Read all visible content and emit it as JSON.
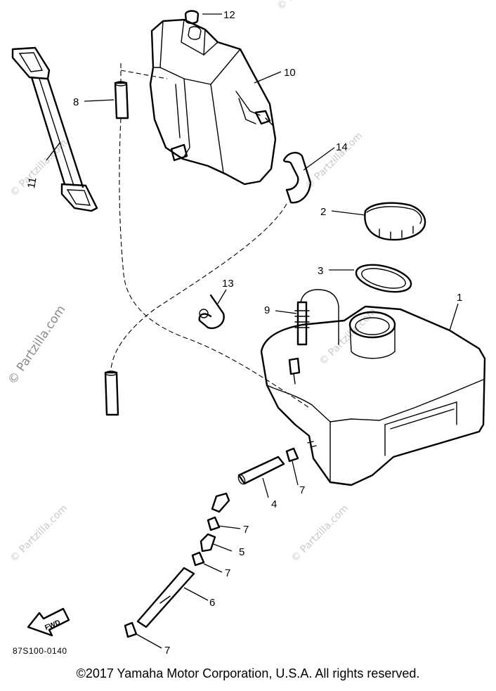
{
  "callouts": [
    "1",
    "2",
    "3",
    "4",
    "5",
    "6",
    "7",
    "8",
    "9",
    "10",
    "11",
    "12",
    "13",
    "14"
  ],
  "watermark": "© Partzilla.com",
  "fwd_label": "FWD",
  "part_code": "87S100-0140",
  "copyright": "©2017  Yamaha Motor Corporation, U.S.A. All rights reserved."
}
